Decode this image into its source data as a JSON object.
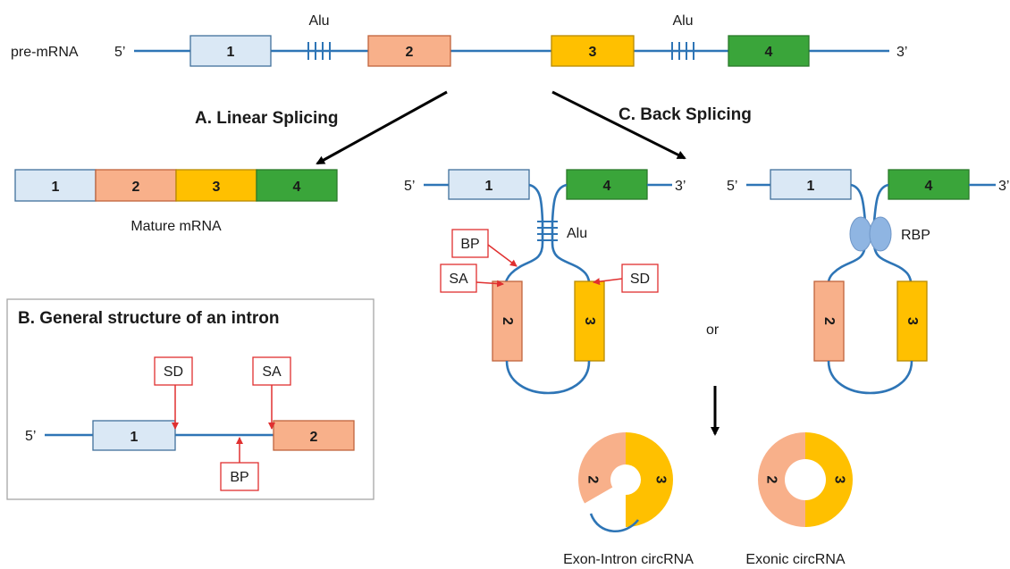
{
  "premrna": {
    "label": "pre-mRNA",
    "five_prime": "5’",
    "three_prime": "3’",
    "alu_left": "Alu",
    "alu_right": "Alu",
    "exons": [
      "1",
      "2",
      "3",
      "4"
    ]
  },
  "linear": {
    "title": "A. Linear Splicing",
    "exons": [
      "1",
      "2",
      "3",
      "4"
    ],
    "caption": "Mature mRNA"
  },
  "back": {
    "title": "C. Back Splicing",
    "alu_panel": {
      "five_prime": "5’",
      "three_prime": "3’",
      "exon1": "1",
      "exon4": "4",
      "exon2": "2",
      "exon3": "3",
      "alu": "Alu",
      "bp": "BP",
      "sa": "SA",
      "sd": "SD"
    },
    "or": "or",
    "rbp_panel": {
      "five_prime": "5’",
      "three_prime": "3’",
      "exon1": "1",
      "exon4": "4",
      "exon2": "2",
      "exon3": "3",
      "rbp": "RBP"
    }
  },
  "intron": {
    "title": "B. General structure of an intron",
    "five_prime": "5’",
    "exon1": "1",
    "exon2": "2",
    "sd": "SD",
    "sa": "SA",
    "bp": "BP"
  },
  "circ": {
    "eicirc_label": "Exon-Intron circRNA",
    "ecirc_label": "Exonic circRNA",
    "exon2": "2",
    "exon3": "3"
  },
  "colors": {
    "rna_line": "#2e75b6",
    "exon1": "#dae8f5",
    "exon2": "#f8b08a",
    "exon3": "#ffc000",
    "exon4": "#3aa53a",
    "site_box": "#e03030"
  }
}
